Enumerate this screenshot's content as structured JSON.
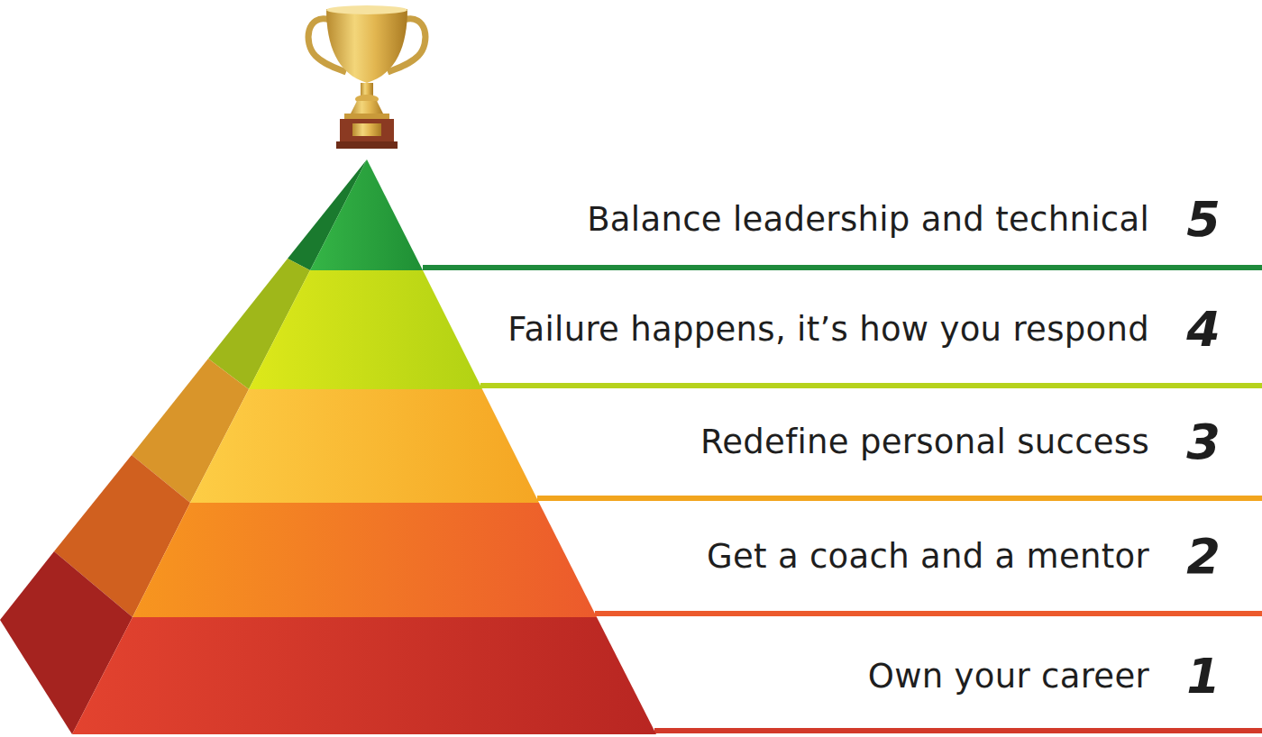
{
  "diagram": {
    "nodes": [
      {
        "text": [
          "Balance leadership and technical",
          "5"
        ]
      },
      {
        "text": [
          "Failure happens, it’s how you respond",
          "4"
        ]
      },
      {
        "text": [
          "Redefine personal success",
          "3"
        ]
      },
      {
        "text": [
          "Get a coach and a mentor",
          "2"
        ]
      },
      {
        "text": [
          "Own your career",
          "1"
        ]
      }
    ]
  }
}
